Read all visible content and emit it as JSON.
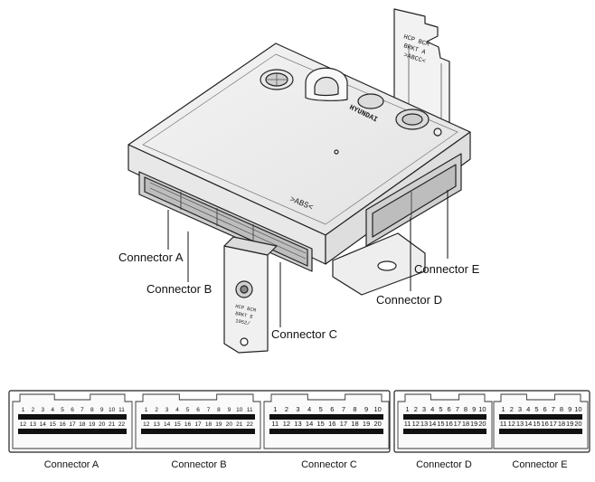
{
  "unit": {
    "bracket_text": [
      "HCP BCM",
      "BRKT A",
      ">ABCC<"
    ],
    "logo_text": "HYUNDAI",
    "abs_text": ">ABS<",
    "small_bracket_text": [
      "HCP BCM",
      "BRKT E",
      "1052/"
    ]
  },
  "callouts": {
    "a": "Connector A",
    "b": "Connector B",
    "c": "Connector C",
    "d": "Connector D",
    "e": "Connector E"
  },
  "connectors": [
    {
      "id": "a",
      "caption": "Connector A",
      "top_row": [
        "1",
        "2",
        "3",
        "4",
        "5",
        "6",
        "7",
        "8",
        "9",
        "10",
        "11"
      ],
      "bottom_row": [
        "12",
        "13",
        "14",
        "15",
        "16",
        "17",
        "18",
        "19",
        "20",
        "21",
        "22"
      ]
    },
    {
      "id": "b",
      "caption": "Connector B",
      "top_row": [
        "1",
        "2",
        "3",
        "4",
        "5",
        "6",
        "7",
        "8",
        "9",
        "10",
        "11"
      ],
      "bottom_row": [
        "12",
        "13",
        "14",
        "15",
        "16",
        "17",
        "18",
        "19",
        "20",
        "21",
        "22"
      ]
    },
    {
      "id": "c",
      "caption": "Connector C",
      "top_row": [
        "1",
        "2",
        "3",
        "4",
        "5",
        "6",
        "7",
        "8",
        "9",
        "10"
      ],
      "bottom_row": [
        "11",
        "12",
        "13",
        "14",
        "15",
        "16",
        "17",
        "18",
        "19",
        "20"
      ]
    },
    {
      "id": "d",
      "caption": "Connector D",
      "top_row": [
        "1",
        "2",
        "3",
        "4",
        "5",
        "6",
        "7",
        "8",
        "9",
        "10"
      ],
      "bottom_row": [
        "11",
        "12",
        "13",
        "14",
        "15",
        "16",
        "17",
        "18",
        "19",
        "20"
      ]
    },
    {
      "id": "e",
      "caption": "Connector E",
      "top_row": [
        "1",
        "2",
        "3",
        "4",
        "5",
        "6",
        "7",
        "8",
        "9",
        "10"
      ],
      "bottom_row": [
        "11",
        "12",
        "13",
        "14",
        "15",
        "16",
        "17",
        "18",
        "19",
        "20"
      ]
    }
  ]
}
